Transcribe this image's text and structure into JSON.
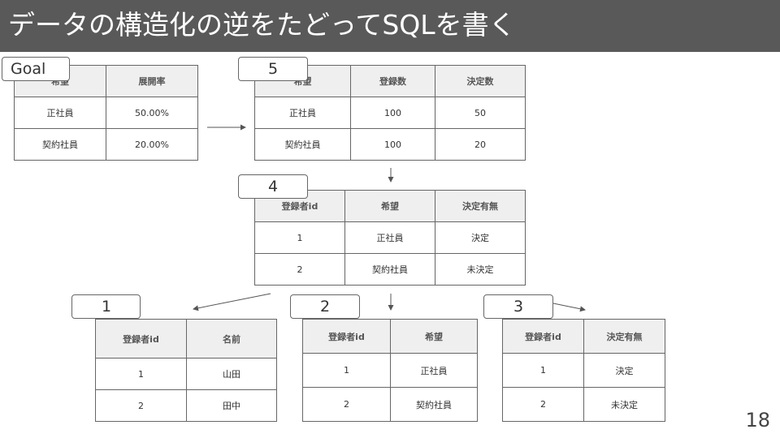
{
  "title": "データの構造化の逆をたどってSQLを書く",
  "page_number": "18",
  "tables": {
    "goal": {
      "tag": "Goal",
      "headers": [
        "希望",
        "展開率"
      ],
      "rows": [
        [
          "正社員",
          "50.00%"
        ],
        [
          "契約社員",
          "20.00%"
        ]
      ]
    },
    "t5": {
      "tag": "5",
      "headers": [
        "希望",
        "登録数",
        "決定数"
      ],
      "rows": [
        [
          "正社員",
          "100",
          "50"
        ],
        [
          "契約社員",
          "100",
          "20"
        ]
      ]
    },
    "t4": {
      "tag": "4",
      "headers": [
        "登録者id",
        "希望",
        "決定有無"
      ],
      "rows": [
        [
          "1",
          "正社員",
          "決定"
        ],
        [
          "2",
          "契約社員",
          "未決定"
        ]
      ]
    },
    "t1": {
      "tag": "1",
      "headers": [
        "登録者id",
        "名前"
      ],
      "rows": [
        [
          "1",
          "山田"
        ],
        [
          "2",
          "田中"
        ]
      ]
    },
    "t2": {
      "tag": "2",
      "headers": [
        "登録者id",
        "希望"
      ],
      "rows": [
        [
          "1",
          "正社員"
        ],
        [
          "2",
          "契約社員"
        ]
      ]
    },
    "t3": {
      "tag": "3",
      "headers": [
        "登録者id",
        "決定有無"
      ],
      "rows": [
        [
          "1",
          "決定"
        ],
        [
          "2",
          "未決定"
        ]
      ]
    }
  }
}
